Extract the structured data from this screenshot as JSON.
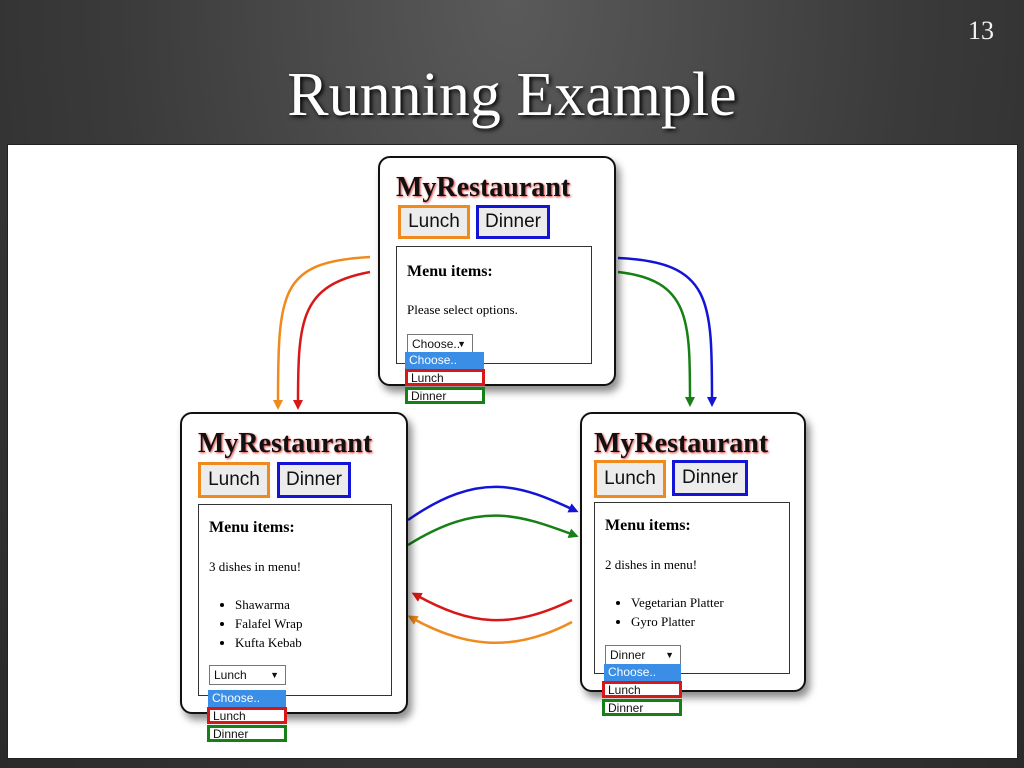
{
  "slide": {
    "number": "13",
    "title": "Running Example"
  },
  "app": {
    "brand": "MyRestaurant",
    "tabs": [
      "Lunch",
      "Dinner"
    ],
    "menu_title": "Menu items:"
  },
  "states": {
    "initial": {
      "message": "Please select options.",
      "select_value": "Choose..",
      "options": [
        "Choose..",
        "Lunch",
        "Dinner"
      ]
    },
    "lunch": {
      "message": "3 dishes in menu!",
      "dishes": [
        "Shawarma",
        "Falafel Wrap",
        "Kufta Kebab"
      ],
      "select_value": "Lunch",
      "options": [
        "Choose..",
        "Lunch",
        "Dinner"
      ]
    },
    "dinner": {
      "message": "2 dishes in menu!",
      "dishes": [
        "Vegetarian Platter",
        "Gyro Platter"
      ],
      "select_value": "Dinner",
      "options": [
        "Choose..",
        "Lunch",
        "Dinner"
      ]
    }
  },
  "colors": {
    "lunch": "#f08a1c",
    "dinner": "#1414d6",
    "lunch_option": "#d81818",
    "dinner_option": "#168016",
    "highlight": "#3a8ee6"
  }
}
